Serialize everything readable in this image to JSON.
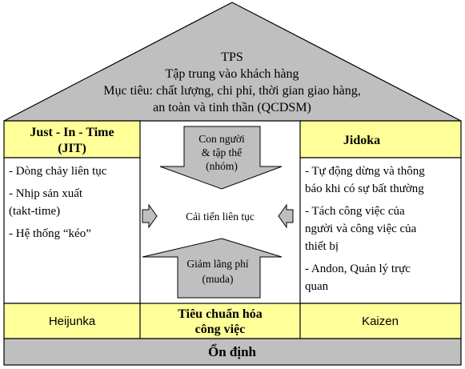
{
  "colors": {
    "roof": "#bfbfbf",
    "pillar_header": "#ffff99",
    "base_row": "#ffff99",
    "foundation": "#bfbfbf",
    "arrow_fill": "#bfbfbf",
    "outline": "#000000"
  },
  "roof": {
    "lines": [
      "TPS",
      "Tập trung vào khách hàng",
      "Mục tiêu: chất lượng, chi phí, thời gian giao hàng,",
      "an toàn và tinh thần (QCDSM)"
    ]
  },
  "left_pillar": {
    "title_lines": [
      "Just - In - Time",
      "(JIT)"
    ],
    "items": [
      [
        "- Dòng chảy liên tục"
      ],
      [
        "- Nhịp sản xuất",
        "(takt-time)"
      ],
      [
        "- Hệ thống “kéo”"
      ]
    ]
  },
  "right_pillar": {
    "title": "Jidoka",
    "items": [
      [
        "- Tự động dừng và thông",
        "báo khi có sự bất thường"
      ],
      [
        "- Tách công việc của",
        "người và công việc của",
        "thiết bị"
      ],
      [
        "- Andon, Quản lý trực",
        "quan"
      ]
    ]
  },
  "center": {
    "top_arrow_lines": [
      "Con người",
      "& tập thể",
      "(nhóm)"
    ],
    "middle_label": "Cải tiến liên tục",
    "bottom_arrow_lines": [
      "Giảm lãng phí",
      "(muda)"
    ],
    "left_arrow_icon": "arrow-right-icon",
    "right_arrow_icon": "arrow-left-icon"
  },
  "base": {
    "left": "Heijunka",
    "center_lines": [
      "Tiêu chuẩn hóa",
      "công việc"
    ],
    "right": "Kaizen"
  },
  "foundation": {
    "label": "Ổn định"
  }
}
